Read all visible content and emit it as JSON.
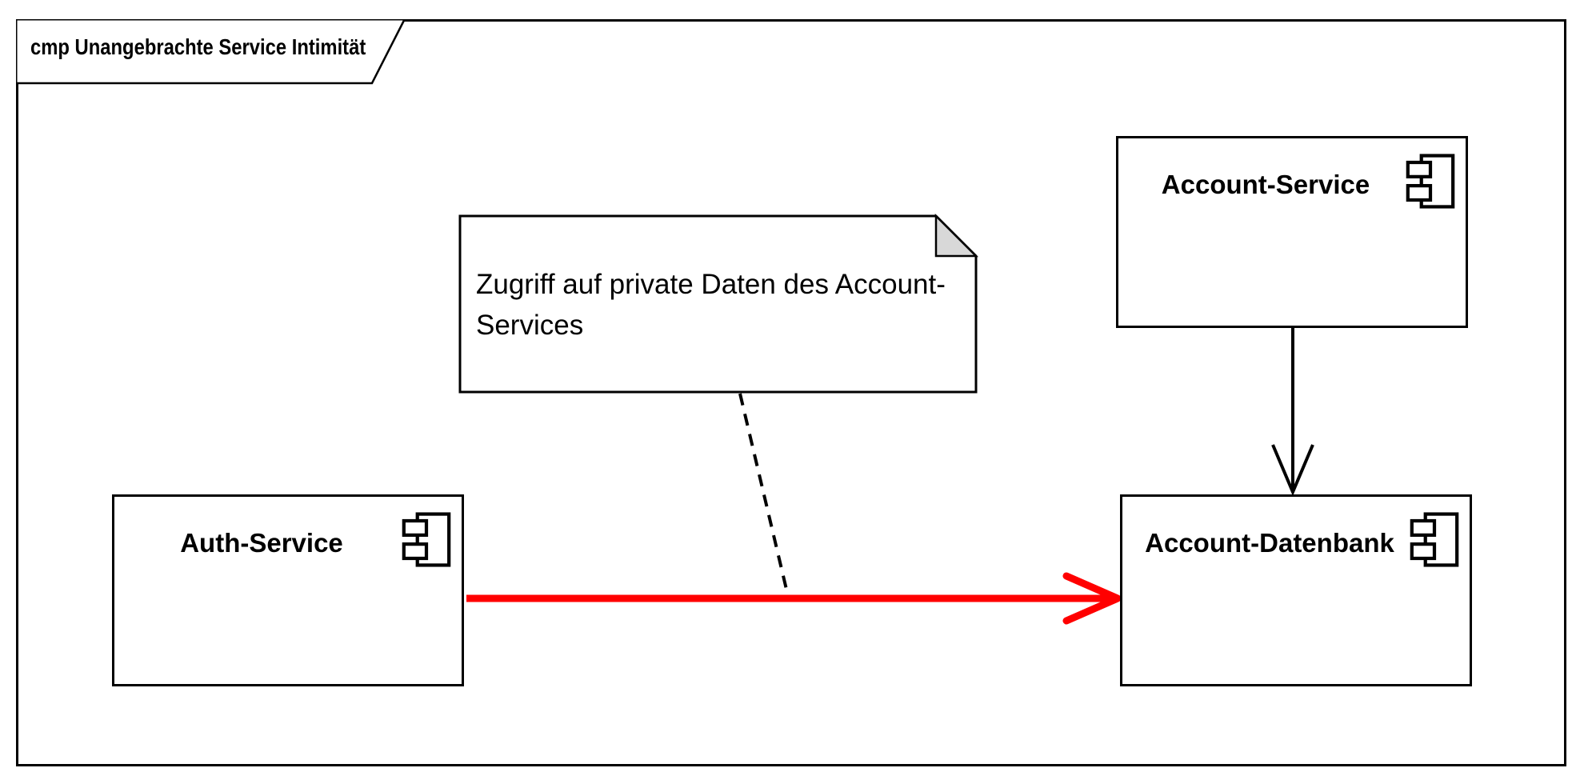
{
  "diagram": {
    "title": "cmp Unangebrachte Service Intimität"
  },
  "components": {
    "account_service": {
      "label": "Account-Service"
    },
    "auth_service": {
      "label": "Auth-Service"
    },
    "account_datenbank": {
      "label": "Account-Datenbank"
    }
  },
  "note": {
    "text": "Zugriff auf private Daten des Account-Services"
  },
  "connectors": {
    "red_arrow": {
      "from": "Auth-Service",
      "to": "Account-Datenbank",
      "style": "solid",
      "head": "open"
    },
    "black_arrow": {
      "from": "Account-Service",
      "to": "Account-Datenbank",
      "style": "solid",
      "head": "open"
    },
    "note_anchor": {
      "from": "note",
      "to": "red_arrow",
      "style": "dashed"
    }
  },
  "colors": {
    "background": "#ffffff",
    "line": "#000000",
    "highlight": "#ff0000",
    "note_fold": "#d8d8d8"
  }
}
